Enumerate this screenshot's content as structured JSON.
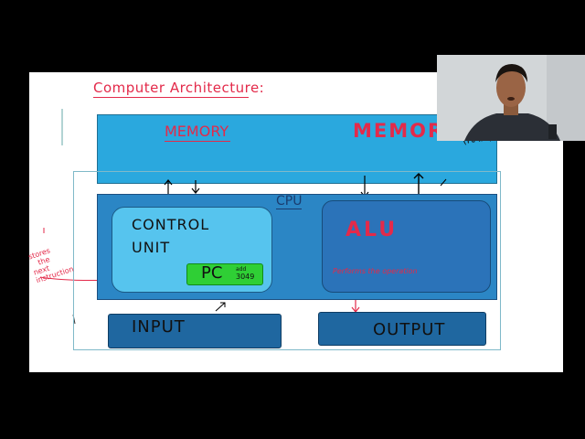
{
  "slide": {
    "title": "Computer Architecture:",
    "memory_left": "MEMORY",
    "memory_right": "MEMORY",
    "memory_right_note": "(RAM)",
    "cpu_label": "CPU",
    "control_unit_line1": "CONTROL",
    "control_unit_line2": "UNIT",
    "pc_label": "PC",
    "pc_note_top": "add",
    "pc_note_bottom": "3049",
    "alu_label": "ALU",
    "alu_note": "Performs the operation",
    "input_label": "INPUT",
    "output_label": "OUTPUT",
    "side_note_lines": [
      "stores",
      "the",
      "next",
      "instruction"
    ]
  },
  "colors": {
    "memory": "#2aa8de",
    "cpu": "#2b86c5",
    "control_unit": "#56c4ee",
    "alu": "#2b73b9",
    "pc": "#2fcf35",
    "io": "#1f67a0",
    "ink_red": "#e32a4a"
  }
}
